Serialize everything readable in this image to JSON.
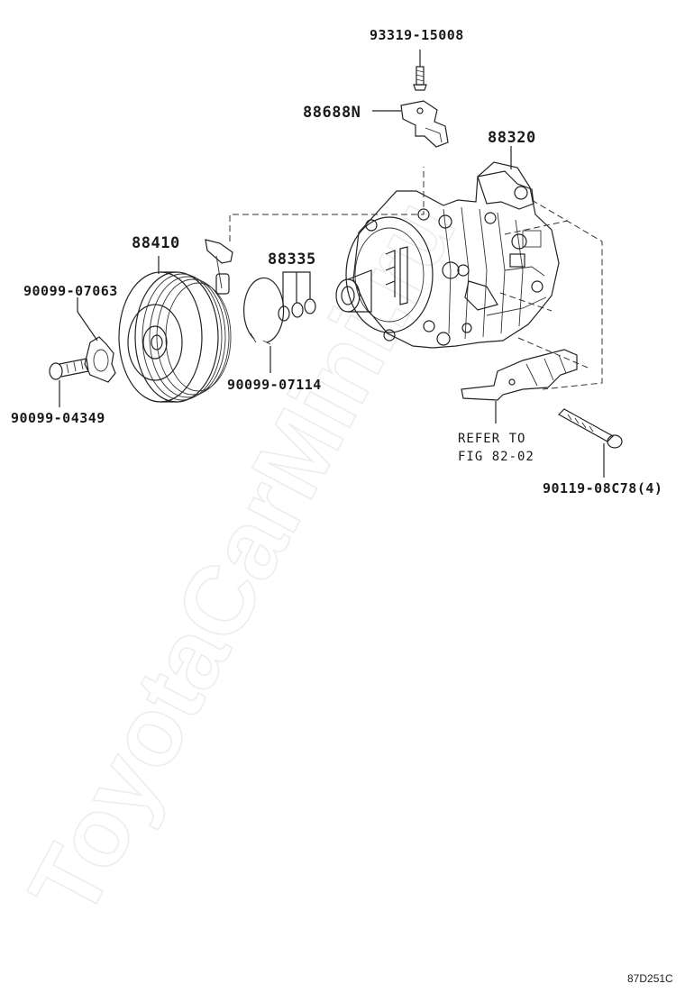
{
  "watermark": "ToyotaCarMini.ru",
  "diagram_code": "87D251C",
  "parts": {
    "screw": "93319-15008",
    "sensor_bracket": "88688N",
    "compressor": "88320",
    "clutch_assembly": "88410",
    "shim_washers": "88335",
    "cover_plate": "90099-07063",
    "snap_ring": "90099-07114",
    "bolt_small": "90099-04349",
    "bolt_long": "90119-08C78(4)"
  },
  "note": {
    "line1": "REFER TO",
    "line2": "FIG 82-02"
  }
}
